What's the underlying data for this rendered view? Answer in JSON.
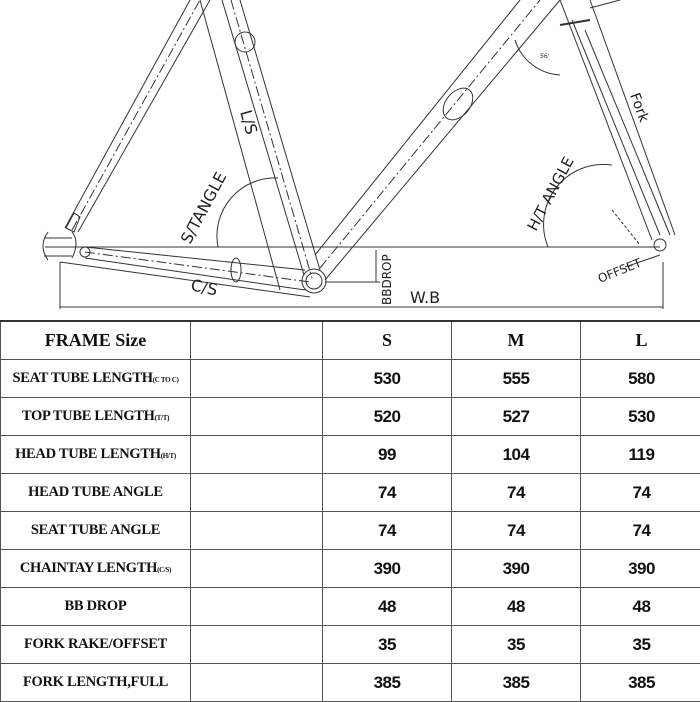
{
  "diagram": {
    "labels": {
      "seat_angle": "S/TANGLE",
      "seat_tube": "L/S",
      "chainstay": "C/S",
      "bb_drop": "BBDROP",
      "wheelbase": "W.B",
      "head_angle": "H/T ANGLE",
      "fork": "Fork",
      "offset": "OFFSET",
      "angle_mark": "56'"
    }
  },
  "table": {
    "header": {
      "label": "FRAME Size",
      "sizes": [
        "S",
        "M",
        "L"
      ]
    },
    "rows": [
      {
        "label": "SEAT TUBE LENGTH",
        "suffix": "(C TO C)",
        "values": [
          "530",
          "555",
          "580"
        ]
      },
      {
        "label": "TOP TUBE LENGTH",
        "suffix": "(T/T)",
        "values": [
          "520",
          "527",
          "530"
        ]
      },
      {
        "label": "HEAD TUBE LENGTH",
        "suffix": "(H/T)",
        "values": [
          "99",
          "104",
          "119"
        ]
      },
      {
        "label": "HEAD TUBE ANGLE",
        "suffix": "",
        "values": [
          "74",
          "74",
          "74"
        ]
      },
      {
        "label": "SEAT TUBE ANGLE",
        "suffix": "",
        "values": [
          "74",
          "74",
          "74"
        ]
      },
      {
        "label": "CHAINTAY LENGTH",
        "suffix": "(C/S)",
        "values": [
          "390",
          "390",
          "390"
        ]
      },
      {
        "label": "BB DROP",
        "suffix": "",
        "values": [
          "48",
          "48",
          "48"
        ]
      },
      {
        "label": "FORK RAKE/OFFSET",
        "suffix": "",
        "values": [
          "35",
          "35",
          "35"
        ]
      },
      {
        "label": "FORK LENGTH,FULL",
        "suffix": "",
        "values": [
          "385",
          "385",
          "385"
        ]
      }
    ]
  }
}
